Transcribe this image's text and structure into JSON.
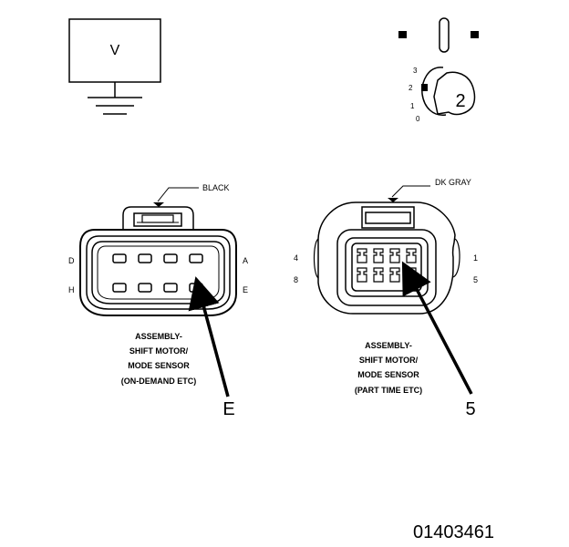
{
  "meter": {
    "label": "V"
  },
  "selector_switch": {
    "position": "2",
    "ticks": [
      "3",
      "2",
      "1",
      "0"
    ]
  },
  "connector_left": {
    "color_label": "BLACK",
    "pins_left": [
      "D",
      "H"
    ],
    "pins_right": [
      "A",
      "E"
    ],
    "caption": [
      "ASSEMBLY-",
      "SHIFT MOTOR/",
      "MODE SENSOR",
      "(ON-DEMAND ETC)"
    ],
    "callout": "E"
  },
  "connector_right": {
    "color_label": "DK GRAY",
    "pins_left": [
      "4",
      "8"
    ],
    "pins_right": [
      "1",
      "5"
    ],
    "caption": [
      "ASSEMBLY-",
      "SHIFT MOTOR/",
      "MODE SENSOR",
      "(PART TIME ETC)"
    ],
    "callout": "5"
  },
  "figure_id": "01403461"
}
